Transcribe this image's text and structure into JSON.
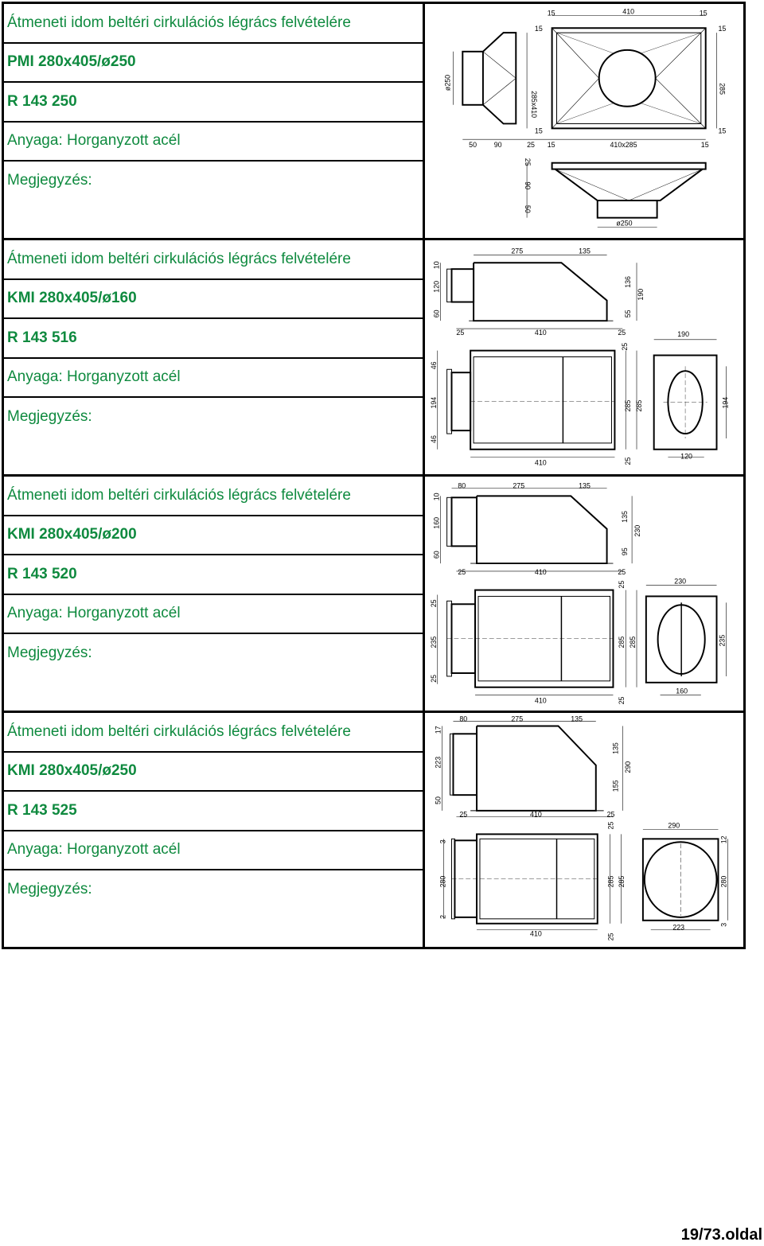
{
  "products": [
    {
      "title": "Átmeneti idom beltéri cirkulációs légrács felvételére",
      "model": "PMI 280x405/ø250",
      "code": "R 143 250",
      "material": "Anyaga: Horganyzott acél",
      "note": "Megjegyzés:",
      "dims": [
        "15",
        "410",
        "15",
        "15",
        "15",
        "285x410",
        "285",
        "15",
        "15",
        "ø250",
        "50",
        "90",
        "25",
        "15",
        "410x285",
        "15",
        "25",
        "90",
        "50",
        "ø250"
      ]
    },
    {
      "title": "Átmeneti idom beltéri cirkulációs légrács felvételére",
      "model": "KMI 280x405/ø160",
      "code": "R 143 516",
      "material": "Anyaga: Horganyzott acél",
      "note": "Megjegyzés:",
      "dims": [
        "275",
        "135",
        "10",
        "120",
        "60",
        "136",
        "55",
        "190",
        "25",
        "410",
        "25",
        "190",
        "25",
        "46",
        "194",
        "46",
        "285",
        "285",
        "194",
        "410",
        "25",
        "120"
      ]
    },
    {
      "title": "Átmeneti idom beltéri cirkulációs légrács felvételére",
      "model": "KMI 280x405/ø200",
      "code": "R 143 520",
      "material": "Anyaga: Horganyzott acél",
      "note": "Megjegyzés:",
      "dims": [
        "80",
        "275",
        "135",
        "10",
        "160",
        "60",
        "135",
        "95",
        "230",
        "25",
        "410",
        "25",
        "230",
        "25",
        "25",
        "235",
        "25",
        "285",
        "285",
        "235",
        "410",
        "25",
        "160"
      ]
    },
    {
      "title": "Átmeneti idom beltéri cirkulációs légrács felvételére",
      "model": "KMI 280x405/ø250",
      "code": "R 143 525",
      "material": "Anyaga: Horganyzott acél",
      "note": "Megjegyzés:",
      "dims": [
        "80",
        "275",
        "135",
        "17",
        "223",
        "50",
        "135",
        "155",
        "290",
        "25",
        "410",
        "25",
        "290",
        "25",
        "3",
        "280",
        "2",
        "285",
        "285",
        "280",
        "410",
        "25",
        "223",
        "12",
        "3"
      ]
    }
  ],
  "page_number": "19/73.oldal"
}
